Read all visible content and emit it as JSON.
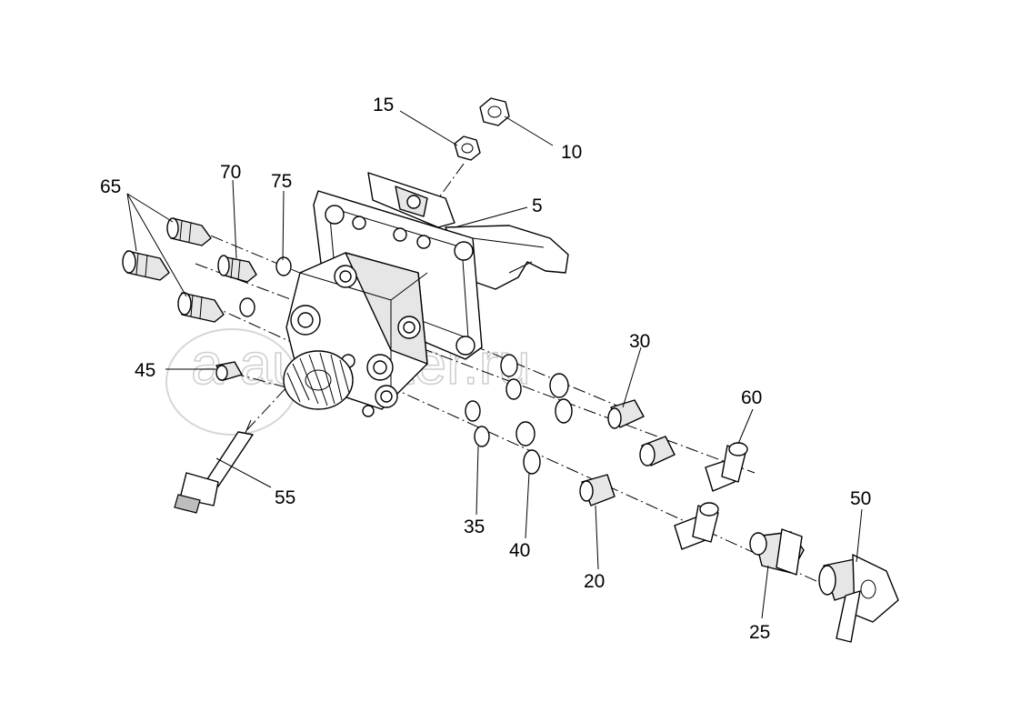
{
  "diagram": {
    "watermark": "a autopiter.ru",
    "callouts": [
      {
        "id": "15",
        "label": "15"
      },
      {
        "id": "10",
        "label": "10"
      },
      {
        "id": "65",
        "label": "65"
      },
      {
        "id": "70",
        "label": "70"
      },
      {
        "id": "75",
        "label": "75"
      },
      {
        "id": "5",
        "label": "5"
      },
      {
        "id": "30",
        "label": "30"
      },
      {
        "id": "60",
        "label": "60"
      },
      {
        "id": "45",
        "label": "45"
      },
      {
        "id": "55",
        "label": "55"
      },
      {
        "id": "35",
        "label": "35"
      },
      {
        "id": "40",
        "label": "40"
      },
      {
        "id": "20",
        "label": "20"
      },
      {
        "id": "50",
        "label": "50"
      },
      {
        "id": "25",
        "label": "25"
      }
    ]
  }
}
